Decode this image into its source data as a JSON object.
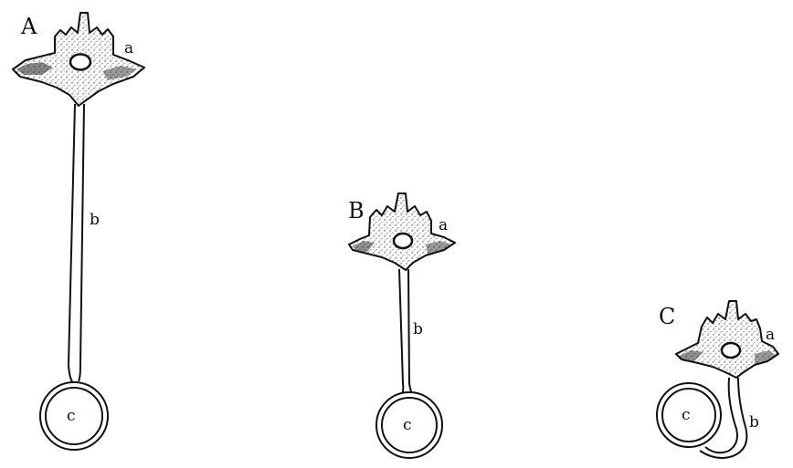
{
  "figures": [
    {
      "id": "A",
      "label": "A",
      "part_a": "a",
      "part_b": "b",
      "part_c": "c"
    },
    {
      "id": "B",
      "label": "B",
      "part_a": "a",
      "part_b": "b",
      "part_c": "c"
    },
    {
      "id": "C",
      "label": "C",
      "part_a": "a",
      "part_b": "b",
      "part_c": "c"
    }
  ],
  "colors": {
    "ink": "#111111",
    "paper": "#ffffff",
    "stipple": "#555555"
  }
}
